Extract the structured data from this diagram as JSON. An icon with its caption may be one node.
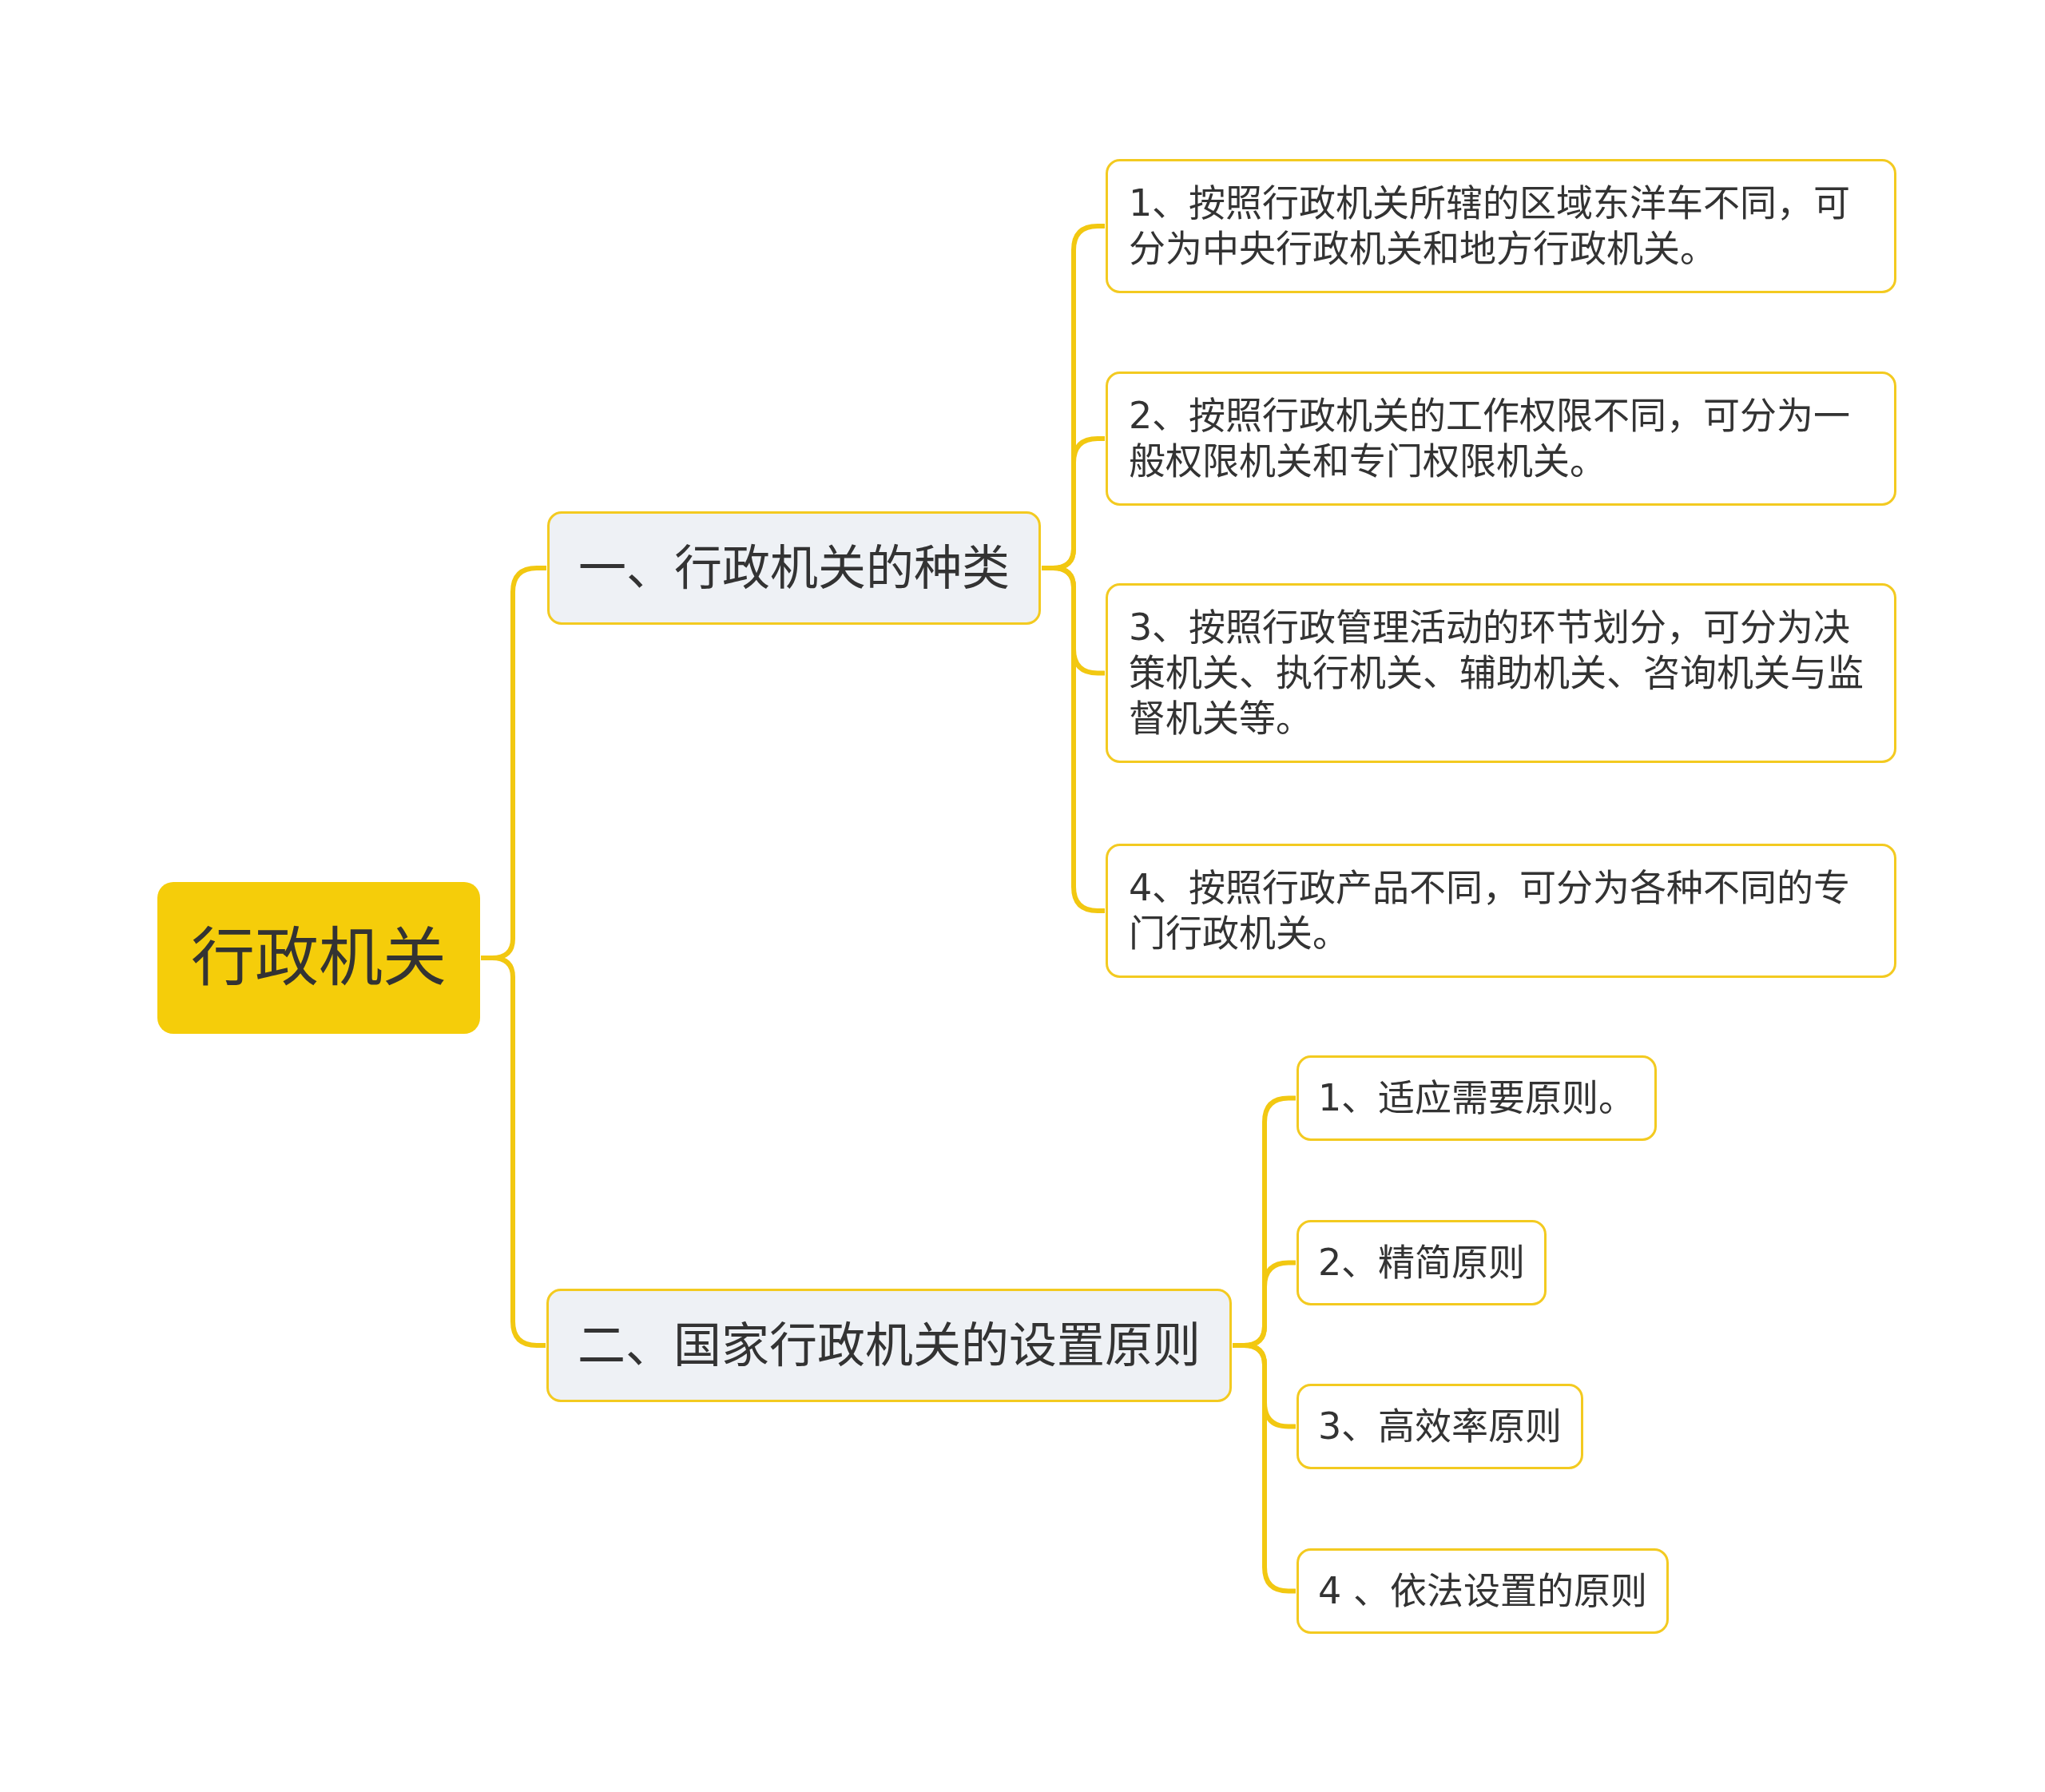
{
  "diagram": {
    "nodes": [
      {
        "text": [
          "行政机关"
        ]
      },
      {
        "text": [
          "一、行政机关的种类"
        ]
      },
      {
        "text": [
          "1、按照行政机关所辖的区域东洋车不同，可分为中央行政机关和地方行政机关。"
        ]
      },
      {
        "text": [
          "2、按照行政机关的工作权限不同，可分为一般权限机关和专门权限机关。"
        ]
      },
      {
        "text": [
          "3、按照行政管理活动的环节划分，可分为决策机关、执行机关、辅助机关、咨询机关与监督机关等。"
        ]
      },
      {
        "text": [
          "4、按照行政产品不同，可分为各种不同的专门行政机关。"
        ]
      },
      {
        "text": [
          "二、国家行政机关的设置原则"
        ]
      },
      {
        "text": [
          "1、适应需要原则。"
        ]
      },
      {
        "text": [
          "2、精简原则"
        ]
      },
      {
        "text": [
          "3、高效率原则"
        ]
      },
      {
        "text": [
          "4 、依法设置的原则"
        ]
      }
    ],
    "edges": [
      {
        "from": 0,
        "to": 1,
        "arrow": "none"
      },
      {
        "from": 1,
        "to": 2,
        "arrow": "none"
      },
      {
        "from": 1,
        "to": 3,
        "arrow": "none"
      },
      {
        "from": 1,
        "to": 4,
        "arrow": "none"
      },
      {
        "from": 1,
        "to": 5,
        "arrow": "none"
      },
      {
        "from": 0,
        "to": 6,
        "arrow": "none"
      },
      {
        "from": 6,
        "to": 7,
        "arrow": "none"
      },
      {
        "from": 6,
        "to": 8,
        "arrow": "none"
      },
      {
        "from": 6,
        "to": 9,
        "arrow": "none"
      },
      {
        "from": 6,
        "to": 10,
        "arrow": "none"
      }
    ]
  }
}
